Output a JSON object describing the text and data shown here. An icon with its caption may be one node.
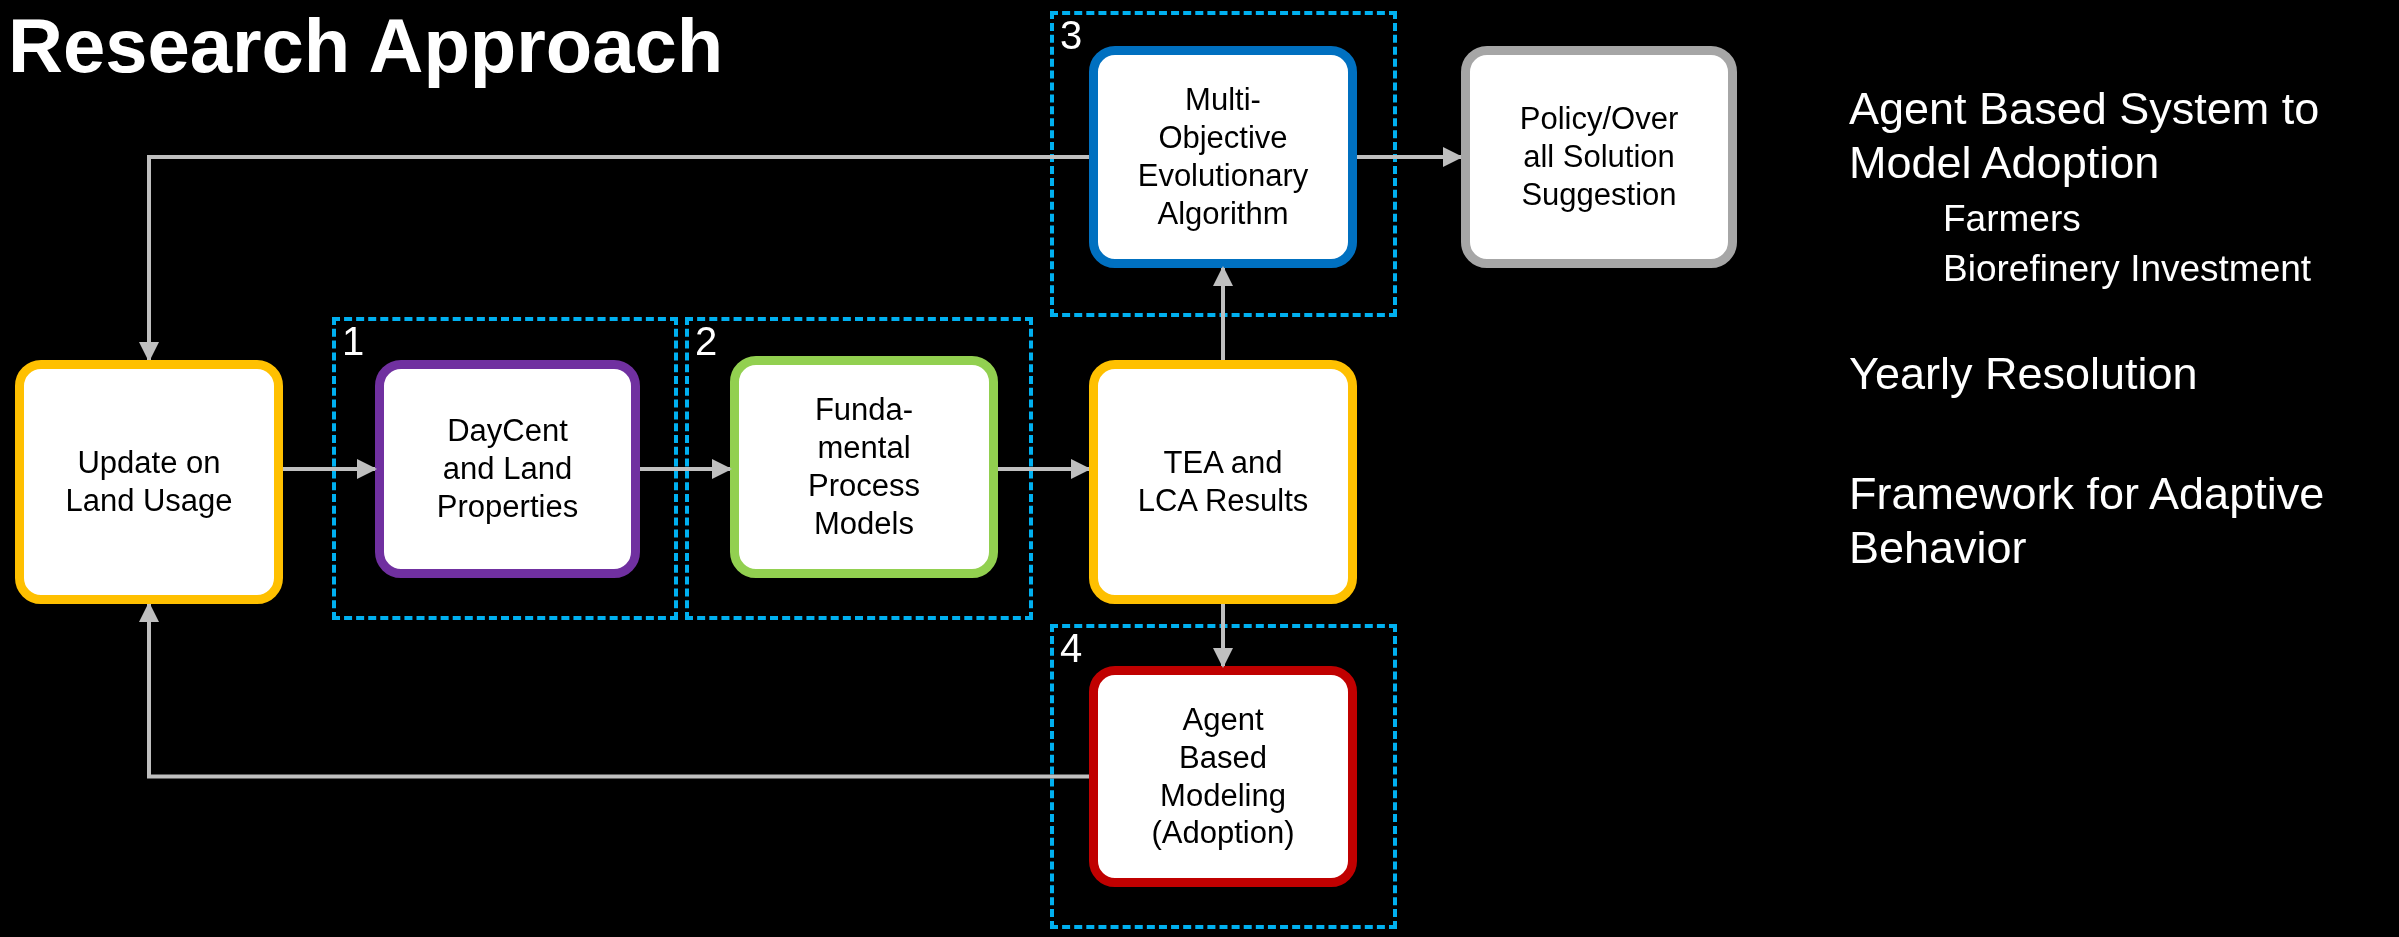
{
  "diagram": {
    "title": "Research Approach",
    "nodes": [
      {
        "text": [
          "Update on Land Usage"
        ]
      },
      {
        "text": [
          "1"
        ]
      },
      {
        "text": [
          "DayCent and Land Properties"
        ],
        "in": 1
      },
      {
        "text": [
          "2"
        ]
      },
      {
        "text": [
          "Funda- mental Process Models"
        ],
        "in": 3
      },
      {
        "text": [
          "3"
        ]
      },
      {
        "text": [
          "Multi- Objective Evolutionary Algorithm"
        ],
        "in": 5
      },
      {
        "text": [
          "Policy/Over all Solution Suggestion"
        ]
      },
      {
        "text": [
          "TEA and LCA Results"
        ]
      },
      {
        "text": [
          "4"
        ]
      },
      {
        "text": [
          "Agent Based Modeling (Adoption)"
        ],
        "in": 9
      }
    ],
    "edges": [
      {
        "from": 0,
        "to": 2,
        "arrow": "to"
      },
      {
        "from": 2,
        "to": 4,
        "arrow": "to"
      },
      {
        "from": 4,
        "to": 8,
        "arrow": "to"
      },
      {
        "from": 8,
        "to": 6,
        "arrow": "to"
      },
      {
        "from": 8,
        "to": 10,
        "arrow": "to"
      },
      {
        "from": 6,
        "to": 7,
        "arrow": "to"
      },
      {
        "from": 6,
        "to": 0,
        "arrow": "to"
      },
      {
        "from": 10,
        "to": 0,
        "arrow": "to"
      }
    ],
    "labels": [
      "Agent Based System to Model Adoption",
      "Farmers",
      "Biorefinery Investment",
      "Yearly Resolution",
      "Framework for Adaptive Behavior"
    ]
  }
}
